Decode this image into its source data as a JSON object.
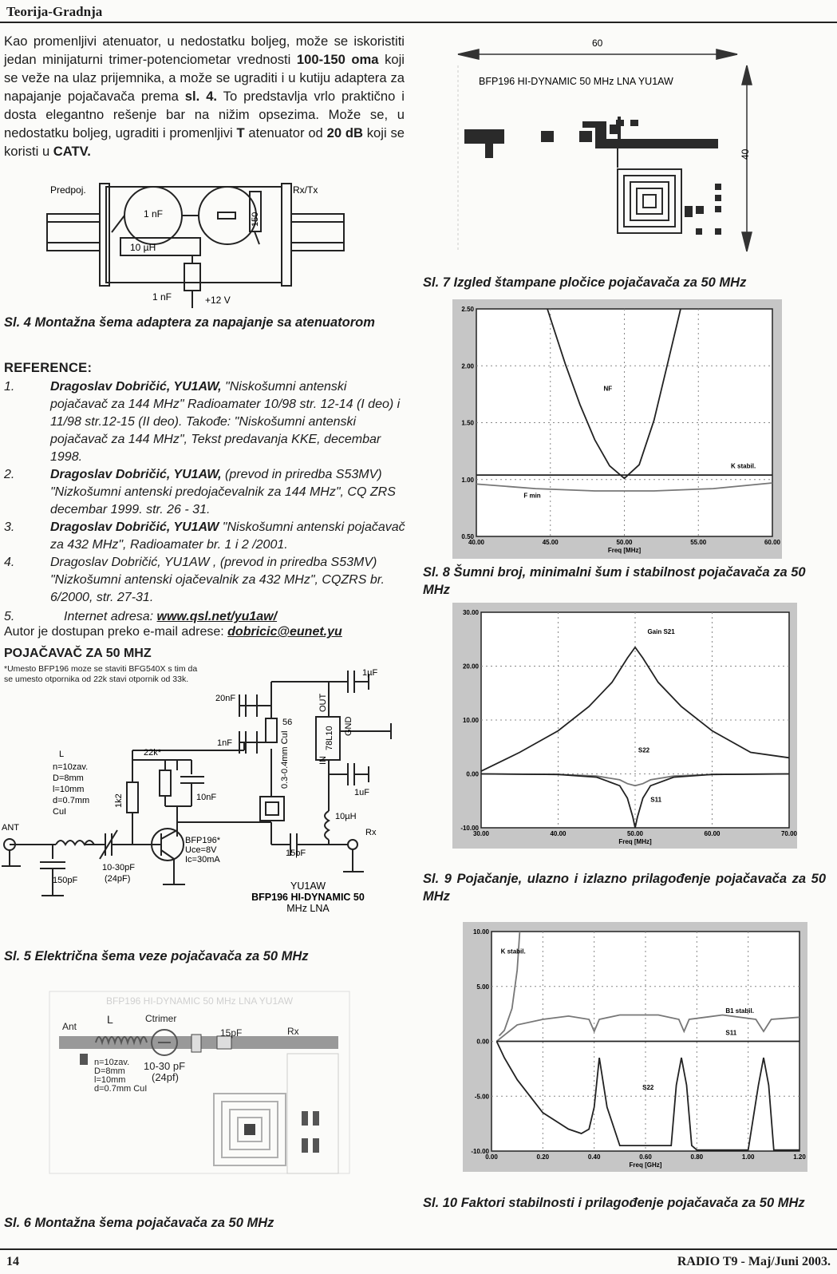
{
  "header": {
    "section": "Teorija-Gradnja"
  },
  "footer": {
    "page": "14",
    "magazine": "RADIO T9 - Maj/Juni 2003."
  },
  "intro": {
    "p1": "Kao promenljivi atenuator, u nedostatku boljeg, može se iskoristiti jedan minijaturni trimer-potenciometar vrednosti ",
    "b1": "100-150 oma",
    "p2": " koji se veže na ulaz prijemnika, a može se ugraditi i u kutiju adaptera za napajanje pojačavača prema ",
    "b2": "sl. 4.",
    "p3": " To predstavlja vrlo praktično i dosta elegantno rešenje bar na nižim opsezima. Može se, u nedostatku boljeg, ugraditi i promenljivi ",
    "b3": "T",
    "p4": " atenuator od ",
    "b4": "20 dB",
    "p5": " koji se koristi u ",
    "b5": "CATV."
  },
  "fig4": {
    "label_in": "Predpoj.",
    "label_out": "Rx/Tx",
    "cap": "1 nF",
    "res": "150",
    "ind": "10 µH",
    "cap2": "1 nF",
    "supply": "+12 V",
    "caption": "Sl. 4 Montažna šema adaptera za napajanje sa atenuatorom"
  },
  "references": {
    "title": "REFERENCE:",
    "items": [
      {
        "num": "1.",
        "author": "Dragoslav Dobričić, YU1AW,",
        "text": " \"Niskošumni antenski pojačavač za 144 MHz\" Radioamater 10/98 str. 12-14 (I deo) i 11/98 str.12-15 (II deo). Takođe: \"Niskošumni antenski pojačavač za 144 MHz\", Tekst predavanja KKE, decembar 1998."
      },
      {
        "num": "2.",
        "author": "Dragoslav Dobričić, YU1AW,",
        "text": " (prevod in priredba S53MV) \"Nizkošumni antenski predojačevalnik za 144 MHz\", CQ ZRS decembar 1999. str. 26 - 31."
      },
      {
        "num": "3.",
        "author": "Dragoslav Dobričić, YU1AW",
        "text": " \"Niskošumni antenski pojačavač za 432 MHz\", Radioamater br. 1 i 2 /2001."
      },
      {
        "num": "4.",
        "author": "",
        "text": "Dragoslav Dobričić, YU1AW , (prevod in priredba S53MV) \"Nizkošumni antenski ojačevalnik za 432 MHz\", CQZRS br. 6/2000, str. 27-31."
      },
      {
        "num": "5.",
        "author": "",
        "text": "Internet adresa: ",
        "link": "www.qsl.net/yu1aw/"
      }
    ],
    "email_text": "Autor je dostupan preko e-mail adrese: ",
    "email": "dobricic@eunet.yu"
  },
  "section": {
    "title": "POJAČAVAČ ZA 50 MHZ",
    "note1": "*Umesto BFP196 moze se staviti BFG540X s tim da",
    "note2": " se umesto otpornika od 22k stavi otpornik od 33k."
  },
  "fig5": {
    "ant": "ANT",
    "rx": "Rx",
    "L": "L",
    "L_spec": [
      "n=10zav.",
      "D=8mm",
      "l=10mm",
      "d=0.7mm",
      "CuI"
    ],
    "c150": "150pF",
    "ctrim": "10-30pF",
    "ctrim2": "(24pF)",
    "r1k2": "1k2",
    "r22k": "22k*",
    "c10nf": "10nF",
    "c1nf": "1nF",
    "c20nf": "20nF",
    "r56": "56",
    "wire": "0.3-0.4mm CuI",
    "c15pf": "15pF",
    "l10uh": "10µH",
    "reg": "78L10",
    "reg_in": "IN",
    "reg_out": "OUT",
    "reg_gnd": "GND",
    "c1uf_a": "1µF",
    "c1uf_b": "1uF",
    "transistor": [
      "BFP196*",
      "Uce=8V",
      "Ic=30mA"
    ],
    "title": [
      "YU1AW",
      "BFP196 HI-DYNAMIC 50",
      "MHz LNA"
    ],
    "caption": "Sl. 5 Električna šema veze pojačavača za 50 MHz"
  },
  "fig6": {
    "header_ghost": "BFP196 HI-DYNAMIC 50 MHz LNA YU1AW",
    "ant": "Ant",
    "L": "L",
    "ctrimer": "Ctrimer",
    "c15": "15pF",
    "rx": "Rx",
    "spec": [
      "n=10zav.",
      "D=8mm",
      "l=10mm",
      "d=0.7mm CuI"
    ],
    "trim": "10-30 pF",
    "trim2": "(24pf)",
    "caption": "Sl. 6 Montažna šema pojačavača za 50 MHz"
  },
  "fig7": {
    "dim_w": "60",
    "dim_h": "40",
    "title": "BFP196 HI-DYNAMIC 50 MHz LNA YU1AW",
    "caption": "Sl. 7 Izgled štampane pločice pojačavača za 50 MHz"
  },
  "chart_data": [
    {
      "type": "line",
      "id": "fig8",
      "xlabel": "Freq [MHz]",
      "xlim": [
        40,
        60
      ],
      "ylim": [
        0.5,
        2.5
      ],
      "xticks": [
        "40.00",
        "45.00",
        "50.00",
        "55.00",
        "60.00"
      ],
      "yticks": [
        "0.50",
        "1.00",
        "1.50",
        "2.00",
        "2.50"
      ],
      "series": [
        {
          "name": "NF",
          "x": [
            44.8,
            46,
            47,
            48,
            49,
            50,
            51,
            52,
            53,
            53.8
          ],
          "y": [
            2.5,
            2.02,
            1.66,
            1.35,
            1.12,
            1.01,
            1.13,
            1.52,
            2.06,
            2.5
          ]
        },
        {
          "name": "K stabil.",
          "x": [
            40,
            45,
            50,
            55,
            60
          ],
          "y": [
            1.04,
            1.04,
            1.04,
            1.04,
            1.04
          ]
        },
        {
          "name": "F min",
          "x": [
            40,
            44,
            48,
            52,
            56,
            60
          ],
          "y": [
            0.96,
            0.92,
            0.9,
            0.9,
            0.92,
            0.97
          ]
        }
      ],
      "caption": "Sl. 8 Šumni broj, minimalni šum i stabilnost pojačavača za 50 MHz"
    },
    {
      "type": "line",
      "id": "fig9",
      "xlabel": "Freq [MHz]",
      "xlim": [
        30,
        70
      ],
      "ylim": [
        -10,
        30
      ],
      "xticks": [
        "30.00",
        "40.00",
        "50.00",
        "60.00",
        "70.00"
      ],
      "yticks": [
        "-10.00",
        "0.00",
        "10.00",
        "20.00",
        "30.00"
      ],
      "series": [
        {
          "name": "Gain S21",
          "x": [
            30,
            35,
            40,
            44,
            47,
            49,
            50,
            51,
            53,
            56,
            60,
            65,
            70
          ],
          "y": [
            0.5,
            4,
            8,
            12.5,
            17,
            21.5,
            23.5,
            21.5,
            17,
            12.5,
            8,
            4,
            3
          ]
        },
        {
          "name": "S22",
          "x": [
            30,
            40,
            45,
            48,
            49,
            50,
            51,
            52,
            55,
            60,
            70
          ],
          "y": [
            0,
            -0.1,
            -0.4,
            -1.1,
            -1.8,
            -2.2,
            -1.8,
            -1.1,
            -0.4,
            -0.1,
            0
          ]
        },
        {
          "name": "S11",
          "x": [
            30,
            40,
            45,
            48,
            49,
            49.7,
            50,
            50.3,
            51,
            52,
            55,
            60,
            70
          ],
          "y": [
            0,
            -0.1,
            -0.6,
            -2.2,
            -4.5,
            -8,
            -10,
            -8,
            -4.5,
            -2.2,
            -0.6,
            -0.1,
            0
          ]
        }
      ],
      "caption": "Sl. 9 Pojačanje, ulazno i izlazno prilagođenje pojačavača za 50 MHz"
    },
    {
      "type": "line",
      "id": "fig10",
      "xlabel": "Freq [GHz]",
      "xlim": [
        0,
        1.2
      ],
      "ylim": [
        -10,
        10
      ],
      "xticks": [
        "0.00",
        "0.20",
        "0.40",
        "0.60",
        "0.80",
        "1.00",
        "1.20"
      ],
      "yticks": [
        "-10.00",
        "-5.00",
        "0.00",
        "5.00",
        "10.00"
      ],
      "series": [
        {
          "name": "K stabil.",
          "x": [
            0.03,
            0.05,
            0.08,
            0.1,
            0.11
          ],
          "y": [
            0.5,
            1.0,
            3.0,
            6.5,
            10
          ]
        },
        {
          "name": "B1 stabil.",
          "x": [
            0.02,
            0.1,
            0.2,
            0.3,
            0.38,
            0.4,
            0.42,
            0.5,
            0.65,
            0.73,
            0.75,
            0.77,
            0.9,
            1.03,
            1.06,
            1.09,
            1.2
          ],
          "y": [
            0,
            1.5,
            2.0,
            2.3,
            2.0,
            0.9,
            2.0,
            2.4,
            2.4,
            2.0,
            0.9,
            2.0,
            2.4,
            2.0,
            0.9,
            2.0,
            2.2
          ]
        },
        {
          "name": "S11",
          "x": [
            0.02,
            0.1,
            0.4,
            0.8,
            1.2
          ],
          "y": [
            0,
            0,
            0,
            0,
            0
          ]
        },
        {
          "name": "S22",
          "x": [
            0.02,
            0.05,
            0.1,
            0.2,
            0.3,
            0.35,
            0.38,
            0.4,
            0.42,
            0.45,
            0.5,
            0.7,
            0.72,
            0.74,
            0.76,
            0.78,
            0.8,
            1.0,
            1.04,
            1.06,
            1.08,
            1.1,
            1.2
          ],
          "y": [
            0,
            -1.5,
            -3.5,
            -6.5,
            -8.0,
            -8.4,
            -8.0,
            -6.0,
            -1.5,
            -6.0,
            -9.5,
            -9.5,
            -4.0,
            -1.5,
            -4.0,
            -9.5,
            -9.9,
            -9.9,
            -4.0,
            -1.5,
            -4.0,
            -9.9,
            -9.9
          ]
        }
      ],
      "caption": "Sl. 10 Faktori stabilnosti i prilagođenje pojačavača za 50 MHz"
    }
  ]
}
